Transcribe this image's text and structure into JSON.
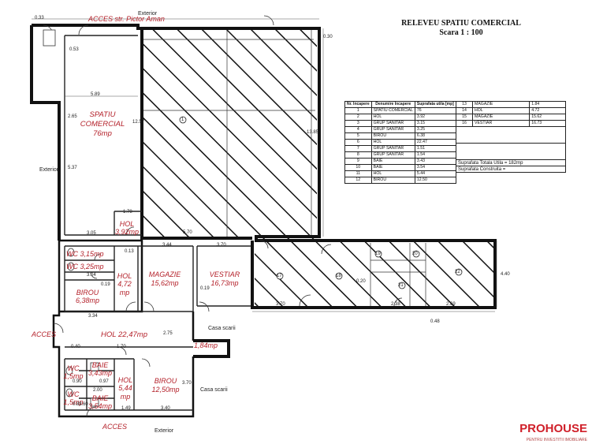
{
  "title": {
    "line1": "RELEVEU SPATIU COMERCIAL",
    "line2": "Scara   1 : 100"
  },
  "access_labels": {
    "top": "ACCES str. Pictor Aman",
    "left": "ACCES",
    "bottom": "ACCES"
  },
  "exterior_labels": {
    "top": "Exterior",
    "left": "Exterior",
    "bottom": "Exterior"
  },
  "stair_labels": {
    "upper": "Casa scarii",
    "lower": "Casa scarii"
  },
  "rooms": {
    "spatiu_comercial": "SPATIU\nCOMERCIAL\n76mp",
    "hol_top": "HOL\n3,92mp",
    "wc1": "WC 3,15mp",
    "wc2": "WC 3,25mp",
    "hol_small": "HOL\n4,72\nmp",
    "birou1": "BIROU\n6,38mp",
    "magazie": "MAGAZIE\n15,62mp",
    "vestiar": "VESTIAR\n16,73mp",
    "hol_main": "HOL 22,47mp",
    "stair_area": "1,84mp",
    "baie1": "BAIE\n3,43mp",
    "wc3": "WC\n1,5mp",
    "wc4": "WC\n1,5mp",
    "baie2": "BAIE\n3,54mp",
    "hol_lower": "HOL\n5,44\nmp",
    "birou2": "BIROU\n12,50mp"
  },
  "dimensions": [
    "0.33",
    "0.53",
    "5.89",
    "2.65",
    "5.37",
    "12.57",
    "0.30",
    "13.85",
    "1.78",
    "3.05",
    "5.70",
    "0.13",
    "3.44",
    "3.70",
    "3.04",
    "0.19",
    "0.19",
    "3.34",
    "0.40",
    "1.70",
    "3.70",
    "0.97",
    "2.00",
    "1.60",
    "2.75",
    "3.40",
    "2.38",
    "3.70",
    "2.69",
    "0.48",
    "4.40",
    "0.20",
    "1.49",
    "0.90",
    "0.82"
  ],
  "circle_numbers": [
    "1",
    "13",
    "14",
    "15",
    "16",
    "17",
    "18",
    "19",
    "20",
    "21",
    "22"
  ],
  "table_left": {
    "headers": [
      "Nr. Incapere",
      "Denumire Incapere",
      "Suprafata utila [mp]"
    ],
    "rows": [
      [
        "1",
        "SPATIU COMERCIAL",
        "76"
      ],
      [
        "2",
        "HOL",
        "3.92"
      ],
      [
        "3",
        "GRUP SANITAR",
        "3.15"
      ],
      [
        "4",
        "GRUP SANITAR",
        "3.25"
      ],
      [
        "5",
        "BIROU",
        "6.38"
      ],
      [
        "6",
        "HOL",
        "22.47"
      ],
      [
        "7",
        "GRUP SANITAR",
        "1.51"
      ],
      [
        "8",
        "GRUP SANITAR",
        "1.54"
      ],
      [
        "9",
        "BAIE",
        "3.43"
      ],
      [
        "10",
        "BAIE",
        "3.54"
      ],
      [
        "11",
        "HOL",
        "5.44"
      ],
      [
        "12",
        "BIROU",
        "12.50"
      ]
    ]
  },
  "table_right": {
    "rows": [
      [
        "13",
        "MAGAZIE",
        "1.84"
      ],
      [
        "14",
        "HOL",
        "4.72"
      ],
      [
        "15",
        "MAGAZIE",
        "15.62"
      ],
      [
        "16",
        "VESTIAR",
        "16.73"
      ]
    ],
    "total_util": "Suprafata Totala Utila  = 182mp",
    "total_constr": "Suprafata Construita  ="
  },
  "logo": {
    "name": "PROHOUSE",
    "tagline": "PENTRU INVESTITII IMOBILIARE"
  }
}
